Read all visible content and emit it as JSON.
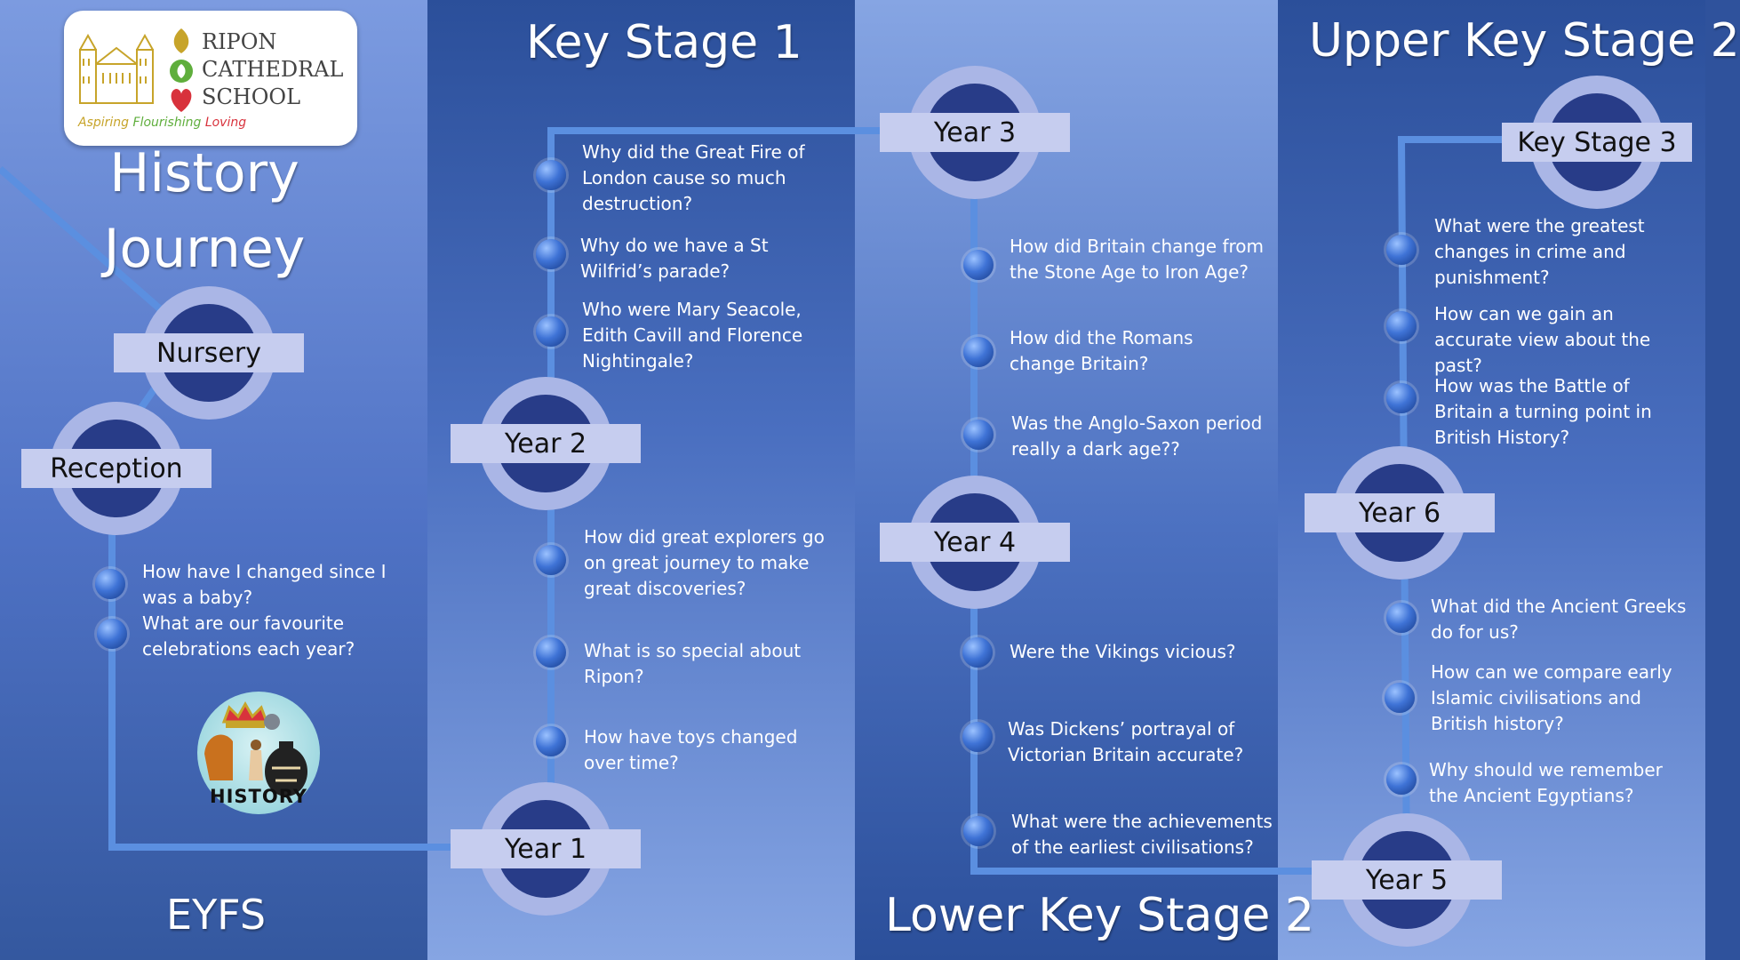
{
  "logo": {
    "name_line1": "RIPON",
    "name_line2": "CATHEDRAL",
    "name_line3": "SCHOOL",
    "motto_1": "Aspiring",
    "motto_2": "Flourishing",
    "motto_3": "Loving",
    "colors": {
      "gold": "#c7a42a",
      "green": "#5fae3c",
      "red": "#d8323c"
    }
  },
  "title": {
    "line1": "History",
    "line2": "Journey"
  },
  "columns": {
    "eyfs": "EYFS",
    "ks1": "Key Stage 1",
    "lks2": "Lower Key Stage 2",
    "uks2": "Upper Key Stage 2"
  },
  "stations": {
    "nursery": "Nursery",
    "reception": "Reception",
    "year1": "Year 1",
    "year2": "Year 2",
    "year3": "Year 3",
    "year4": "Year 4",
    "year5": "Year 5",
    "year6": "Year 6",
    "ks3": "Key Stage 3"
  },
  "badge_text": "HISTORY",
  "questions": {
    "eyfs": [
      "How have I changed since I was a baby?",
      "What are our favourite celebrations each year?"
    ],
    "year1": [
      "How did great explorers go on great journey to make great discoveries?",
      "What is so special about Ripon?",
      "How have toys changed over time?"
    ],
    "year2": [
      "Why did the Great Fire of London cause so much destruction?",
      "Why do we have a St Wilfrid’s parade?",
      "Who were Mary Seacole, Edith Cavill and Florence Nightingale?"
    ],
    "year3": [
      "How did Britain change from the Stone Age to Iron Age?",
      "How did the Romans change Britain?",
      "Was the Anglo-Saxon period really a dark age??"
    ],
    "year4": [
      "Were the Vikings vicious?",
      "Was Dickens’ portrayal of Victorian Britain accurate?",
      "What were the achievements of the earliest civilisations?"
    ],
    "year5": [
      "What did the Ancient Greeks do for us?",
      "How can we compare early Islamic civilisations and British history?",
      "Why should we remember the Ancient Egyptians?"
    ],
    "year6": [
      "What were the greatest changes in crime and punishment?",
      "How can we gain an accurate view about the past?",
      "How was the Battle of Britain a turning point in British History?"
    ]
  },
  "colors": {
    "track": "#5b8fe0",
    "station_ring": "#aab6e6",
    "station_core": "#283c88",
    "station_bar": "#c6cdef"
  }
}
